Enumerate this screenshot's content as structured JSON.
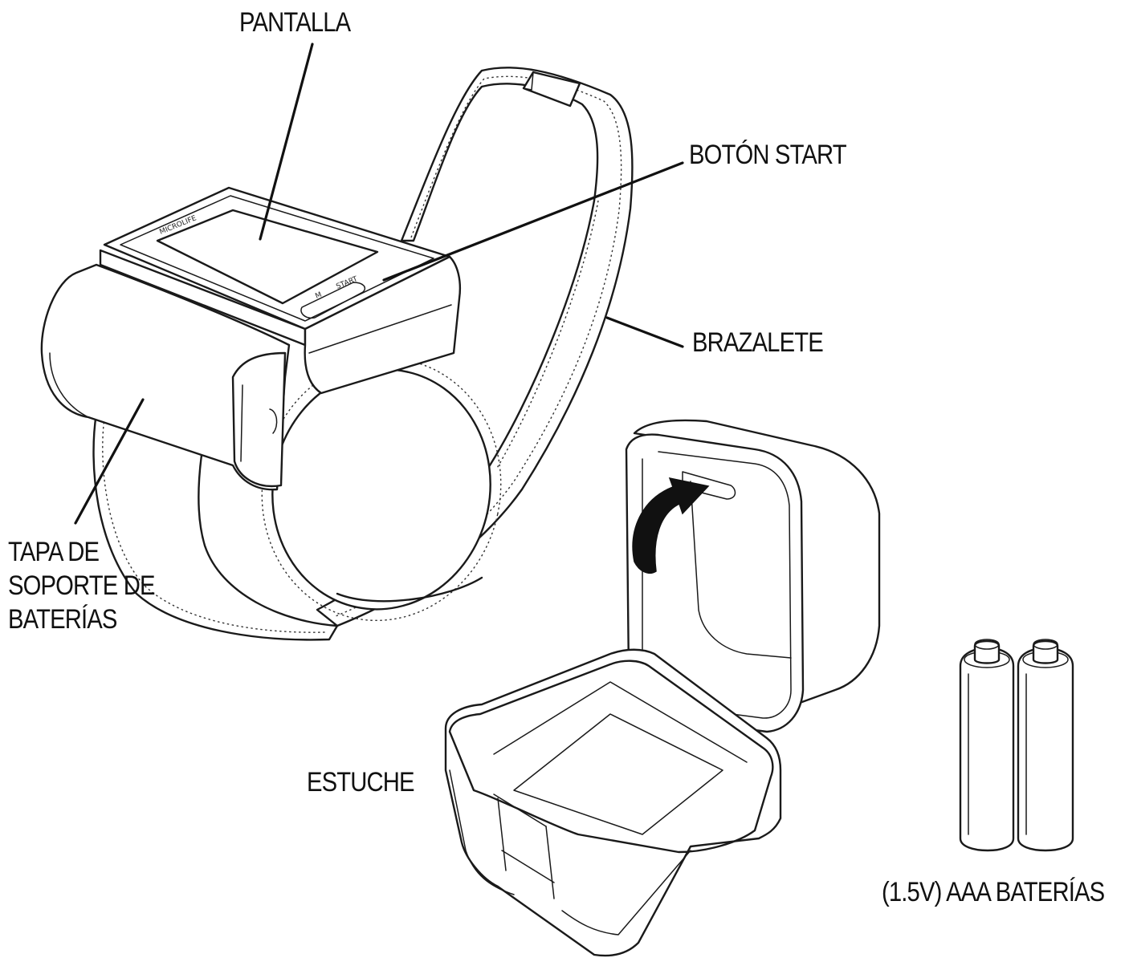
{
  "labels": {
    "display": "PANTALLA",
    "start_button": "BOTÓN START",
    "cuff": "BRAZALETE",
    "battery_cover_line1": "TAPA DE",
    "battery_cover_line2": "SOPORTE DE",
    "battery_cover_line3": "BATERÍAS",
    "case": "ESTUCHE",
    "batteries": "(1.5V) AAA BATERÍAS"
  },
  "device_text": {
    "brand": "MICROLIFE",
    "button_top": "M",
    "button_bottom": "START"
  },
  "colors": {
    "ink": "#1a1a1a",
    "background": "#ffffff"
  }
}
